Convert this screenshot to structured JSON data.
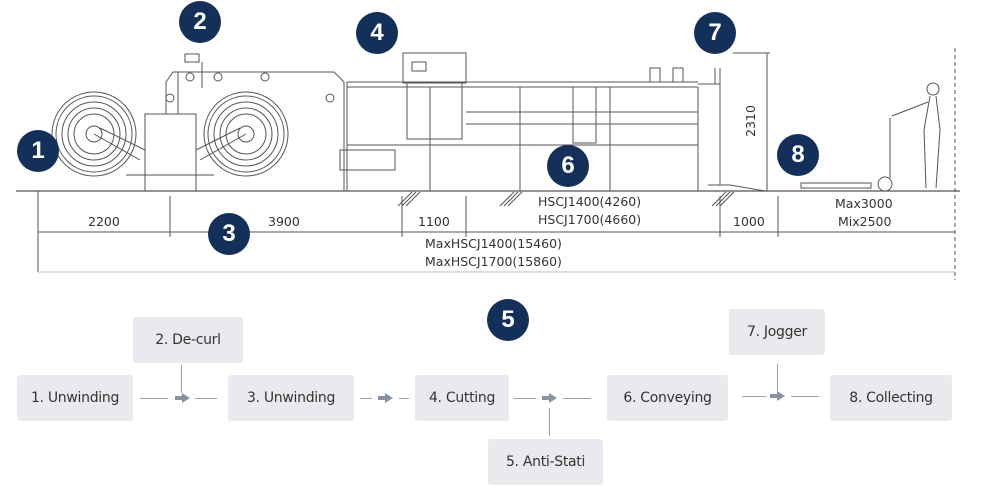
{
  "badges": [
    "1",
    "2",
    "3",
    "4",
    "5",
    "6",
    "7",
    "8"
  ],
  "dimensions": {
    "d1": "2200",
    "d2": "3900",
    "d3": "1100",
    "d4_line1": "HSCJ1400(4260)",
    "d4_line2": "HSCJ1700(4660)",
    "d5": "1000",
    "d6_line1": "Max3000",
    "d6_line2": "Mix2500",
    "total_line1": "MaxHSCJ1400(15460)",
    "total_line2": "MaxHSCJ1700(15860)",
    "height": "2310"
  },
  "flow": {
    "steps": [
      {
        "label": "1. Unwinding"
      },
      {
        "label": "2. De-curl"
      },
      {
        "label": "3. Unwinding"
      },
      {
        "label": "4. Cutting"
      },
      {
        "label": "5. Anti-Stati"
      },
      {
        "label": "6. Conveying"
      },
      {
        "label": "7. Jogger"
      },
      {
        "label": "8. Collecting"
      }
    ]
  },
  "colors": {
    "badge": "#13305a",
    "box": "#e8eaed",
    "connector": "#9aa1ab",
    "line": "#555555"
  }
}
